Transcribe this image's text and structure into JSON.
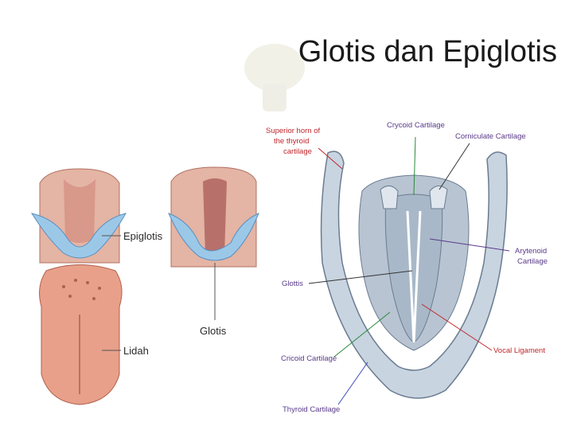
{
  "title": "Glotis dan Epiglotis",
  "labels": {
    "epiglotis": "Epiglotis",
    "glotis": "Glotis",
    "lidah": "Lidah",
    "superior_horn_1": "Superior horn of",
    "superior_horn_2": "the thyroid",
    "superior_horn_3": "cartilage",
    "crycoid": "Crycoid Cartilage",
    "corniculate": "Corniculate Cartilage",
    "arytenoid_1": "Arytenoid",
    "arytenoid_2": "Cartilage",
    "glottis": "Glottis",
    "vocal_ligament": "Vocal Ligament",
    "cricoid": "Cricoid Cartilage",
    "thyroid": "Thyroid Cartilage"
  },
  "colors": {
    "tongue": "#e8a08a",
    "epiglottis_blue": "#9cc8e8",
    "cartilage": "#c8d4e0",
    "red_label": "#c0262b",
    "purple_label": "#5a3a8a",
    "green_line": "#2a8a3a",
    "blue_line": "#3a4ab8"
  }
}
